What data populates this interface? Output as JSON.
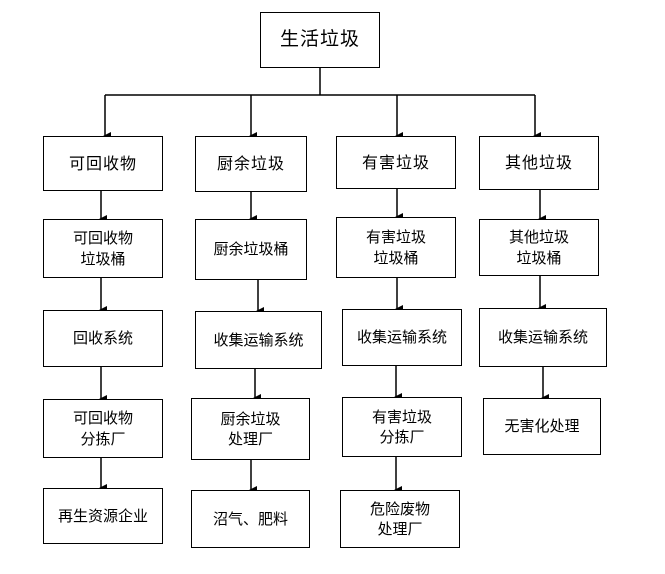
{
  "root": "生活垃圾",
  "columns": [
    {
      "category": "可回收物",
      "bin": "可回收物\n垃圾桶",
      "transport": "回收系统",
      "facility": "可回收物\n分拣厂",
      "end": "再生资源企业"
    },
    {
      "category": "厨余垃圾",
      "bin": "厨余垃圾桶",
      "transport": "收集运输系统",
      "facility": "厨余垃圾\n处理厂",
      "end": "沼气、肥料"
    },
    {
      "category": "有害垃圾",
      "bin": "有害垃圾\n垃圾桶",
      "transport": "收集运输系统",
      "facility": "有害垃圾\n分拣厂",
      "end": "危险废物\n处理厂"
    },
    {
      "category": "其他垃圾",
      "bin": "其他垃圾\n垃圾桶",
      "transport": "收集运输系统",
      "facility": "无害化处理"
    }
  ]
}
